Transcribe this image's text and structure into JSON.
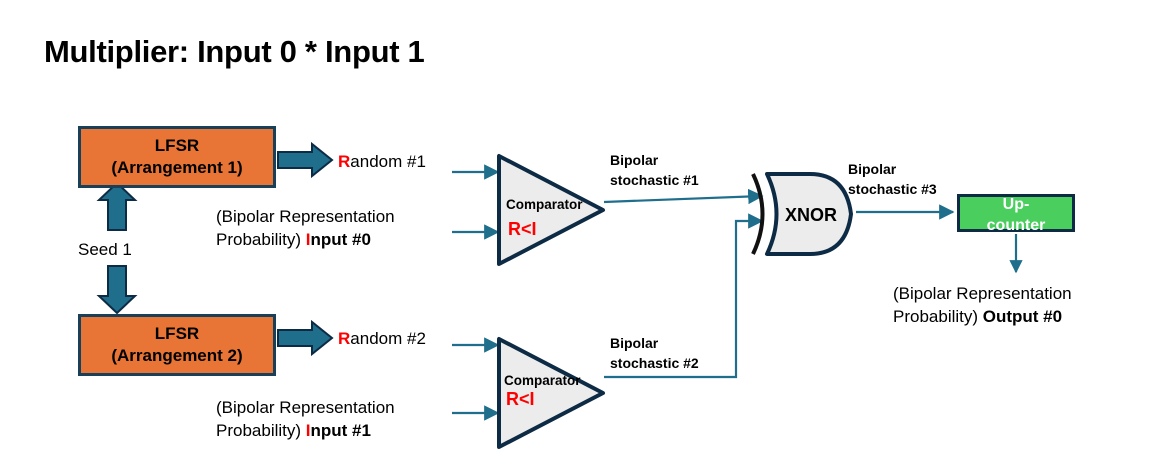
{
  "diagram": {
    "title": "Multiplier: Input 0 * Input 1",
    "colors": {
      "lfsr_fill": "#E87435",
      "lfsr_border": "#17405A",
      "counter_fill": "#4ACE5E",
      "counter_border": "#0D2B45",
      "gate_fill": "#ECECEC",
      "gate_border": "#0D2B45",
      "wire": "#1F6E8C",
      "block_arrow": "#1F6E8C",
      "accent_red": "#FF0000",
      "text": "#000000"
    }
  },
  "lfsr1": {
    "line1": "LFSR",
    "line2": "(Arrangement 1)"
  },
  "lfsr2": {
    "line1": "LFSR",
    "line2": "(Arrangement 2)"
  },
  "seed": {
    "label": "Seed 1"
  },
  "random1": {
    "initial": "R",
    "rest": "andom #1"
  },
  "random2": {
    "initial": "R",
    "rest": "andom #2"
  },
  "input0": {
    "line1": "(Bipolar Representation",
    "line2_prefix": "Probability) ",
    "line2_initial": "I",
    "line2_rest": "nput #0"
  },
  "input1": {
    "line1": "(Bipolar Representation",
    "line2_prefix": "Probability) ",
    "line2_initial": "I",
    "line2_rest": "nput #1"
  },
  "output0": {
    "line1": "(Bipolar Representation",
    "line2_prefix": "Probability) ",
    "line2_bold": "Output #0"
  },
  "comparator1": {
    "name": "Comparator",
    "relation_left": "R",
    "relation_op": "<",
    "relation_right": "I"
  },
  "comparator2": {
    "name": "Comparator",
    "relation_left": "R",
    "relation_op": "<",
    "relation_right": "I"
  },
  "xnor": {
    "label": "XNOR"
  },
  "stochastic1": {
    "line1": "Bipolar",
    "line2": "stochastic #1"
  },
  "stochastic2": {
    "line1": "Bipolar",
    "line2": "stochastic #2"
  },
  "stochastic3": {
    "line1": "Bipolar",
    "line2": "stochastic #3"
  },
  "upcounter": {
    "line1": "Up-",
    "line2": "counter"
  }
}
